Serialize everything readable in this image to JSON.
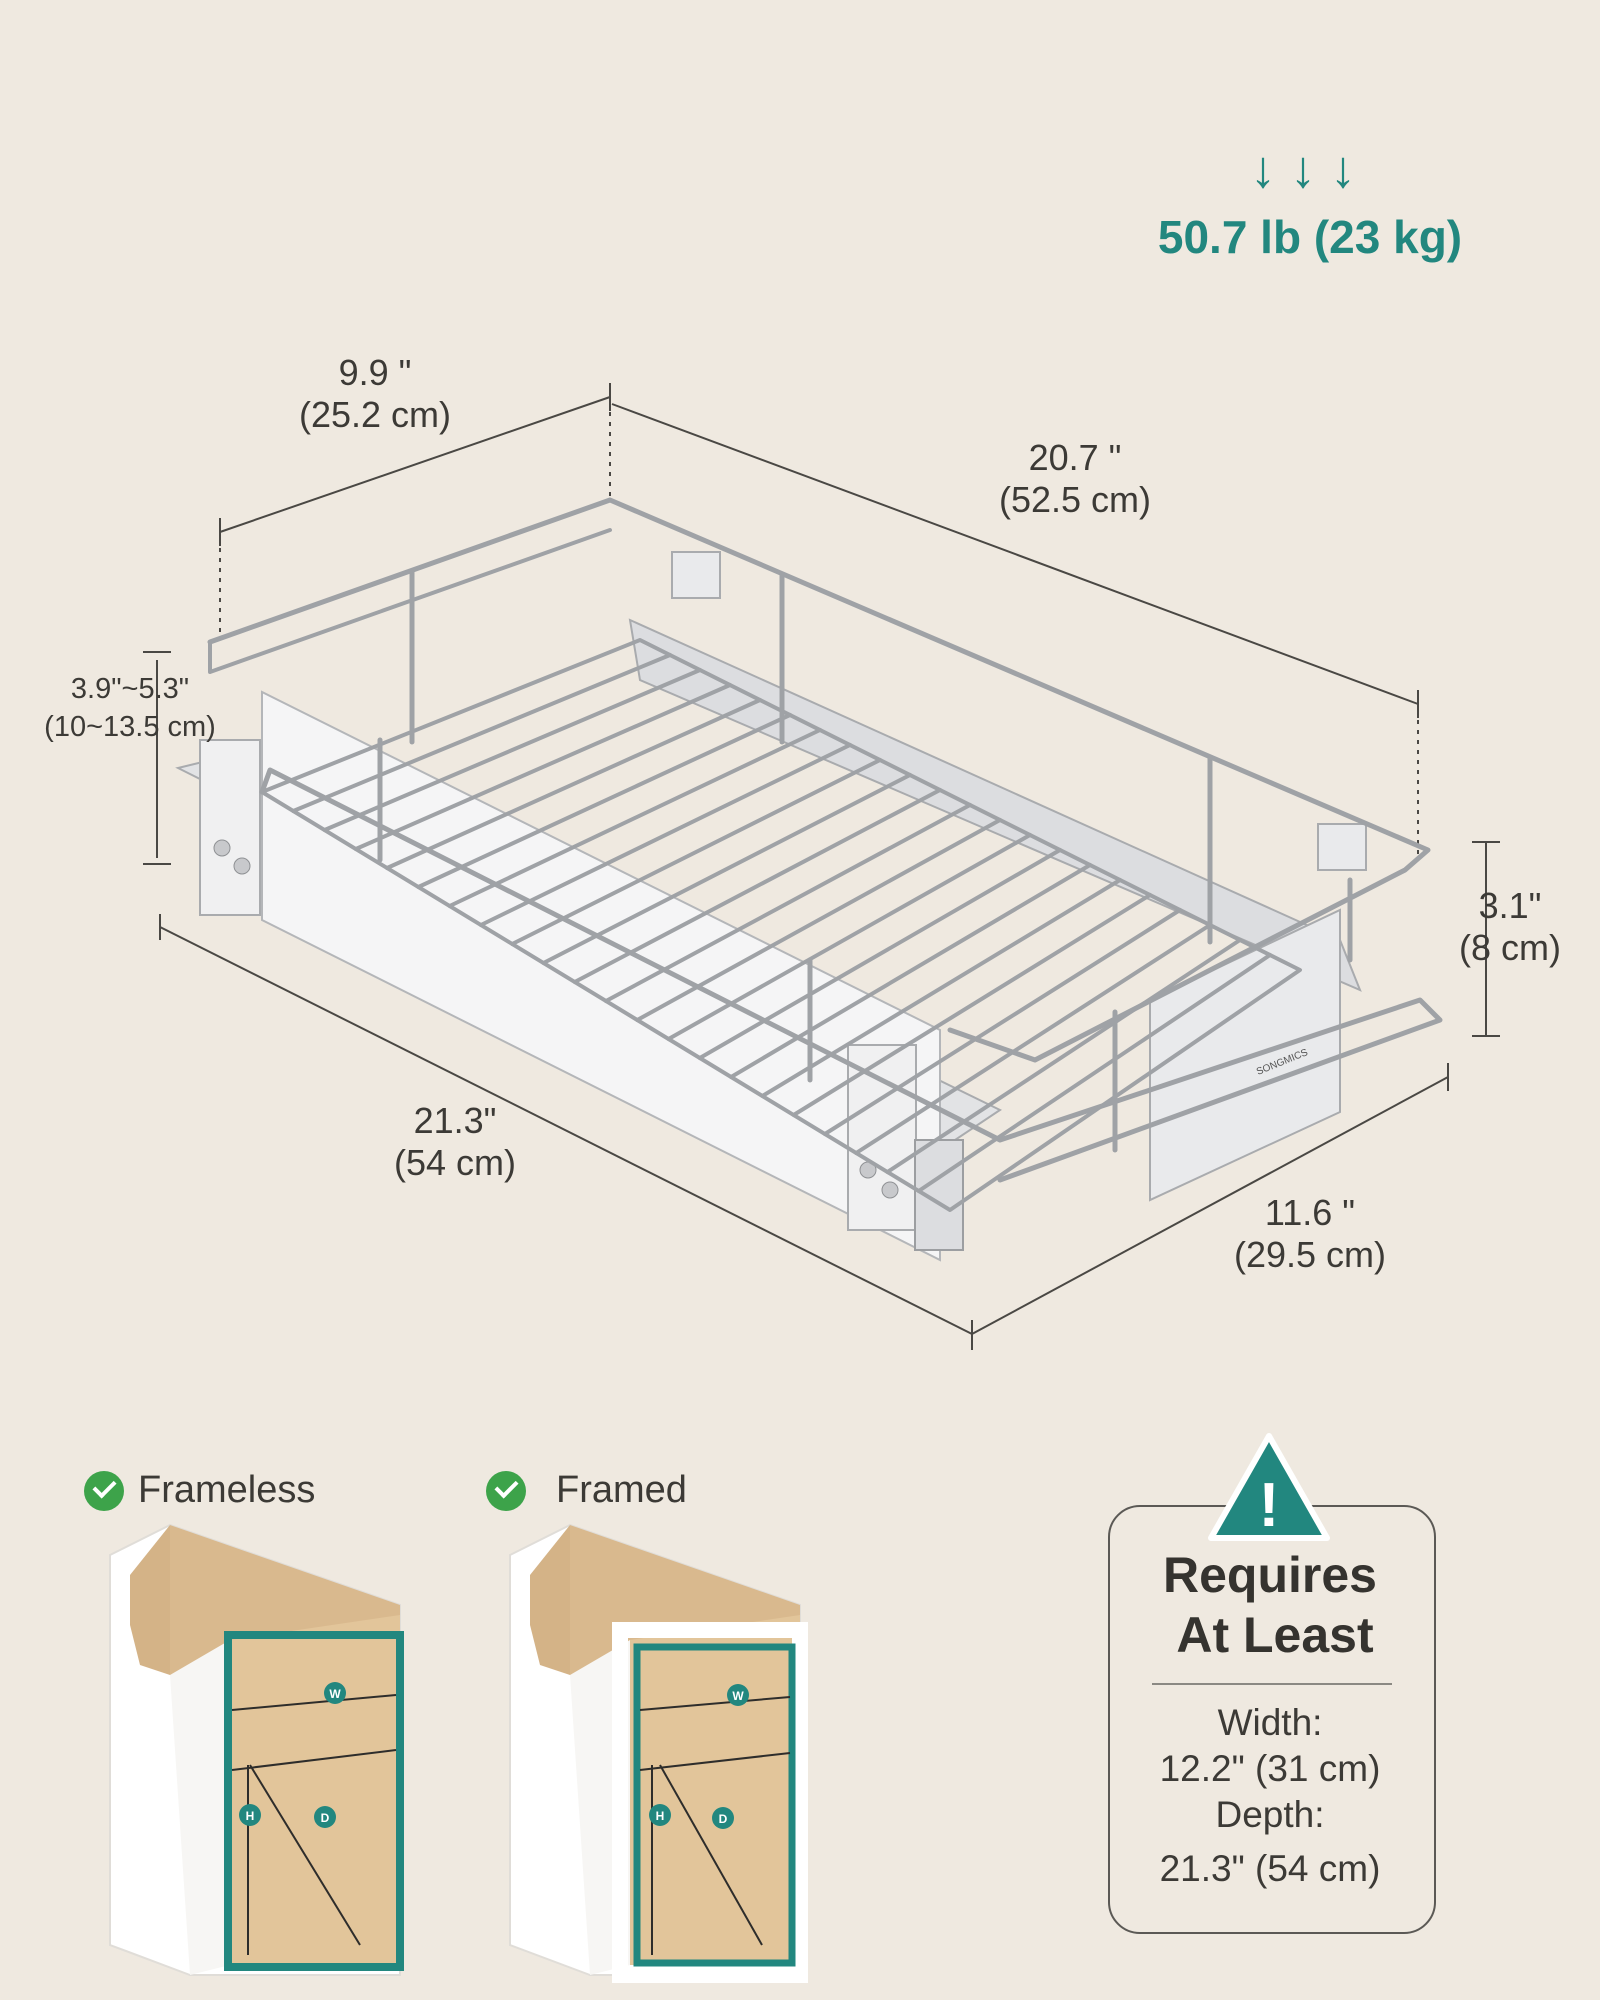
{
  "weight": {
    "arrows": "↓↓↓",
    "value": "50.7 lb (23 kg)"
  },
  "dimensions": {
    "width_top": {
      "imperial": "9.9 \"",
      "metric": "(25.2 cm)"
    },
    "length_top": {
      "imperial": "20.7 \"",
      "metric": "(52.5 cm)"
    },
    "height_adjust": {
      "imperial": "3.9\"~5.3\"",
      "metric": "(10~13.5 cm)"
    },
    "basket_height": {
      "imperial": "3.1\"",
      "metric": "(8 cm)"
    },
    "length_bottom": {
      "imperial": "21.3\"",
      "metric": "(54 cm)"
    },
    "width_bottom": {
      "imperial": "11.6 \"",
      "metric": "(29.5 cm)"
    }
  },
  "brand": "SONGMICS",
  "cabinets": {
    "frameless": {
      "label": "Frameless"
    },
    "framed": {
      "label": "Framed"
    },
    "markers": {
      "w": "W",
      "h": "H",
      "d": "D"
    }
  },
  "requirements": {
    "title_line1": "Requires",
    "title_line2": "At Least",
    "width_label": "Width:",
    "width_value": "12.2\" (31 cm)",
    "depth_label": "Depth:",
    "depth_value": "21.3\" (54 cm)",
    "warning_symbol": "!"
  },
  "colors": {
    "accent": "#22877f",
    "check": "#3da34a",
    "background": "#efe9e0"
  }
}
